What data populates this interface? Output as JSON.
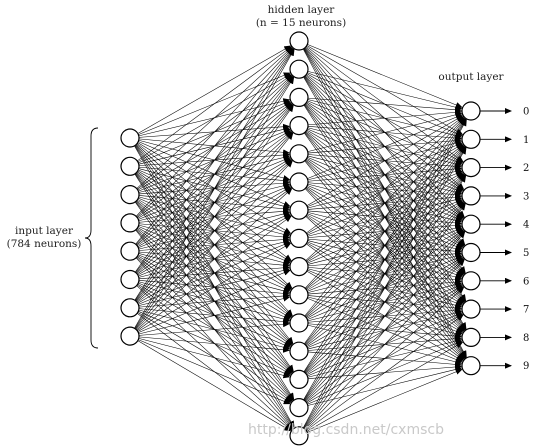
{
  "diagram": {
    "hidden_label_line1": "hidden layer",
    "hidden_label_line2": "(n = 15 neurons)",
    "output_label": "output layer",
    "input_label_line1": "input layer",
    "input_label_line2": "(784 neurons)",
    "input_neurons_drawn": 8,
    "hidden_neurons_drawn": 15,
    "outputs": [
      "0",
      "1",
      "2",
      "3",
      "4",
      "5",
      "6",
      "7",
      "8",
      "9"
    ],
    "watermark": "http://blog.csdn.net/cxmscb"
  }
}
